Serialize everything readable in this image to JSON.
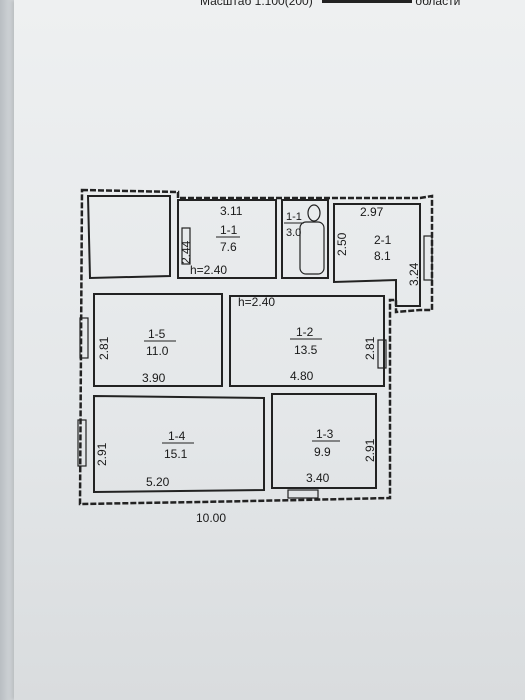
{
  "header": {
    "scale_text": "Масштаб 1:100(200)",
    "trailing_text": "области"
  },
  "rooms": [
    {
      "id": "1-1",
      "area": "7.6",
      "dim_top": "3.11",
      "dim_side": "2.44",
      "height": "h=2.40"
    },
    {
      "id": "1-1",
      "area": "3.0"
    },
    {
      "id": "2-1",
      "area": "8.1",
      "dim_top": "2.97",
      "dim_left": "2.50",
      "dim_right": "3.24"
    },
    {
      "id": "1-5",
      "area": "11.0",
      "dim_side": "2.81",
      "dim_bottom": "3.90"
    },
    {
      "id": "1-2",
      "area": "13.5",
      "height": "h=2.40",
      "dim_side": "2.81",
      "dim_bottom": "4.80"
    },
    {
      "id": "1-4",
      "area": "15.1",
      "dim_side": "2.91",
      "dim_bottom": "5.20"
    },
    {
      "id": "1-3",
      "area": "9.9",
      "dim_side": "2.91",
      "dim_bottom": "3.40"
    }
  ],
  "overall_width": "10.00"
}
